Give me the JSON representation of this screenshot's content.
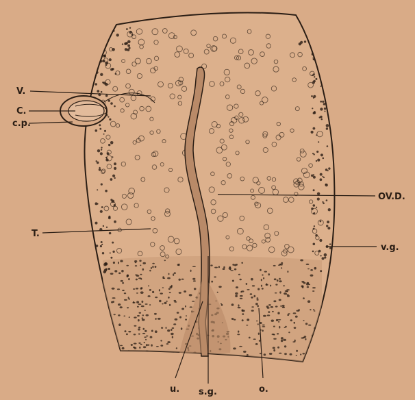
{
  "figure": {
    "background_color": "#d9ab87",
    "ink_color": "#2a1d14",
    "labels": {
      "v": "V.",
      "c": "C.",
      "cp": "c.p.",
      "t": "T.",
      "ovd": "OV.D.",
      "vg": "v.g.",
      "u": "u.",
      "sg": "s.g.",
      "o": "o."
    }
  }
}
